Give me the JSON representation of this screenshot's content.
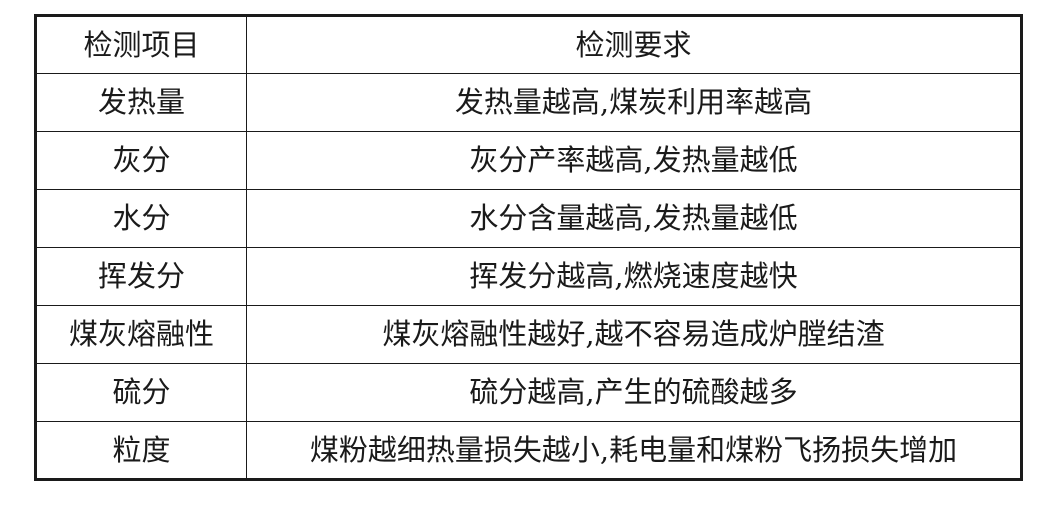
{
  "table": {
    "headers": [
      "检测项目",
      "检测要求"
    ],
    "rows": [
      [
        "发热量",
        "发热量越高,煤炭利用率越高"
      ],
      [
        "灰分",
        "灰分产率越高,发热量越低"
      ],
      [
        "水分",
        "水分含量越高,发热量越低"
      ],
      [
        "挥发分",
        "挥发分越高,燃烧速度越快"
      ],
      [
        "煤灰熔融性",
        "煤灰熔融性越好,越不容易造成炉膛结渣"
      ],
      [
        "硫分",
        "硫分越高,产生的硫酸越多"
      ],
      [
        "粒度",
        "煤粉越细热量损失越小,耗电量和煤粉飞扬损失增加"
      ]
    ]
  }
}
